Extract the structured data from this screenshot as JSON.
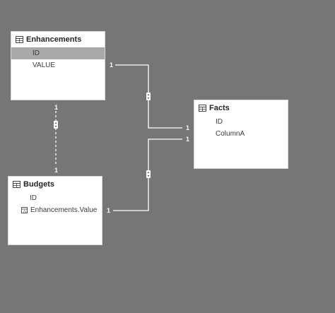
{
  "tables": {
    "enhancements": {
      "title": "Enhancements",
      "fields": [
        "ID",
        "VALUE"
      ]
    },
    "facts": {
      "title": "Facts",
      "fields": [
        "ID",
        "ColumnA"
      ]
    },
    "budgets": {
      "title": "Budgets",
      "fields": [
        "ID",
        "Enhancements.Value"
      ]
    }
  },
  "relationships": {
    "enh_facts": {
      "from_label": "1",
      "to_label": "1"
    },
    "budgets_facts": {
      "from_label": "1",
      "to_label": "1"
    },
    "enh_budgets": {
      "from_label": "1",
      "to_label": "1"
    }
  },
  "colors": {
    "canvas": "#767676",
    "card": "#ffffff",
    "line": "#ffffff",
    "selected_row": "#a9a9a9"
  },
  "icons": {
    "table": "table-icon",
    "measure": "calculated-column-icon",
    "cross_filter": "bidirectional-filter-icon"
  }
}
